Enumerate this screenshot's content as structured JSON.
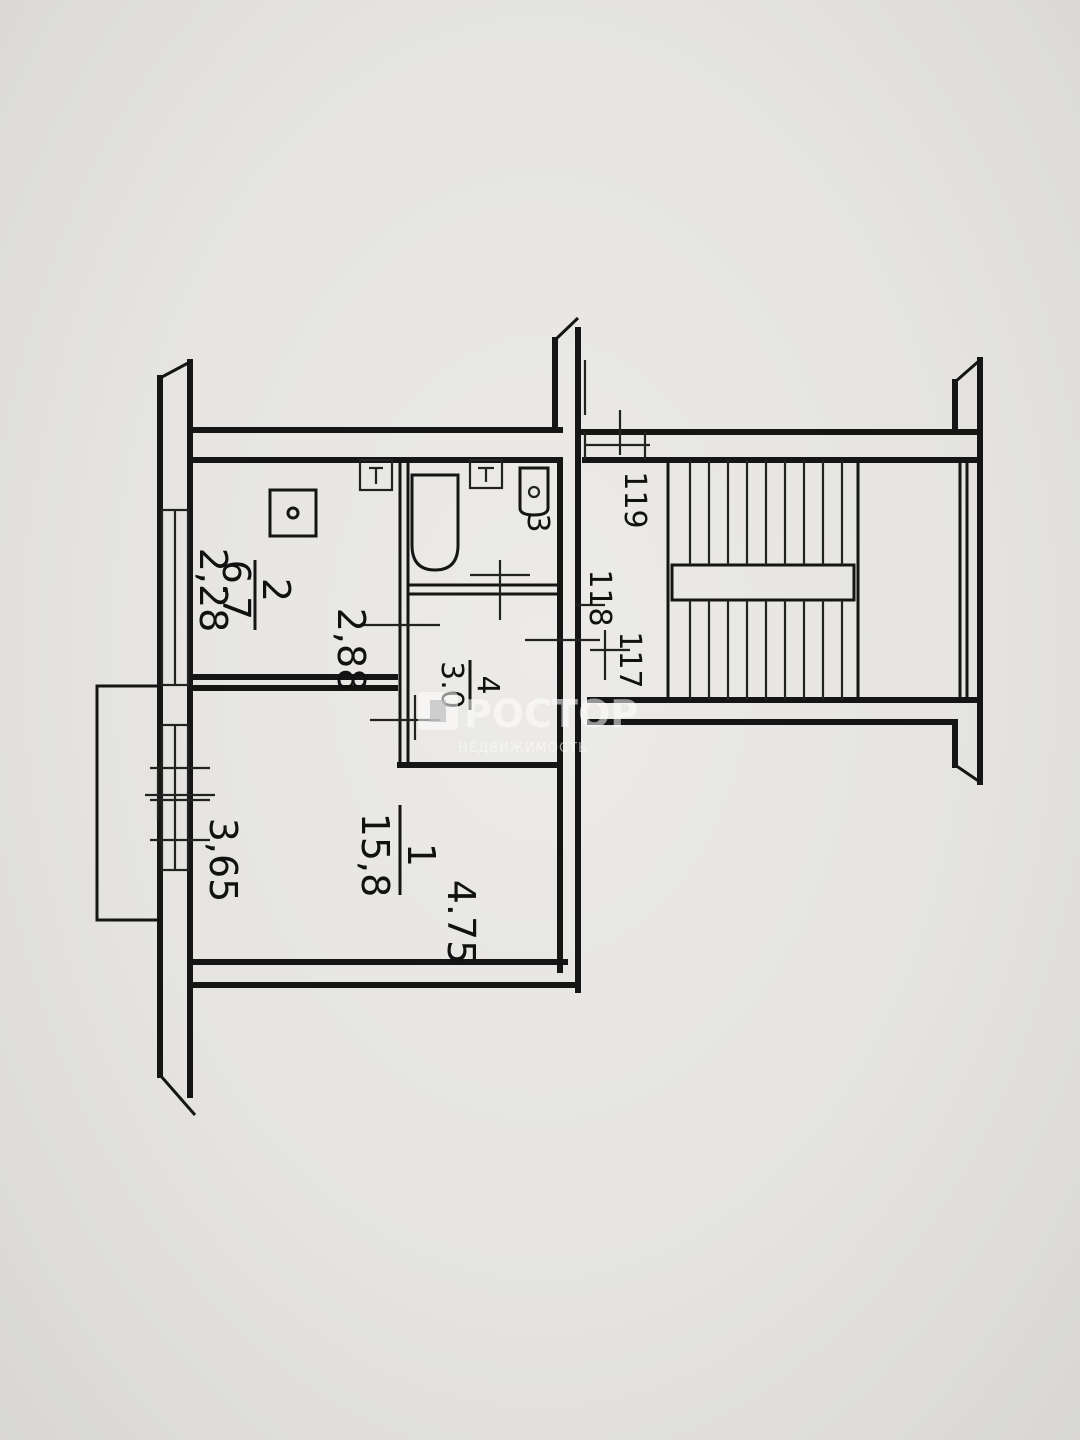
{
  "rooms": [
    {
      "id": "room-1",
      "number": "1",
      "area": "15,8",
      "dim_a": "4.75",
      "dim_b": "3,65"
    },
    {
      "id": "room-2",
      "number": "2",
      "area": "6.7",
      "dim_a": "2,88",
      "dim_b": "2,28"
    },
    {
      "id": "room-3",
      "number": "3"
    },
    {
      "id": "room-4",
      "number": "4",
      "area": "3.0"
    }
  ],
  "dimensions": {
    "corridor_a": "119",
    "corridor_b": "118",
    "corridor_c": "117"
  },
  "watermark": {
    "brand": "РОСТОР",
    "sub": "НЕДВИЖИМОСТЬ"
  }
}
